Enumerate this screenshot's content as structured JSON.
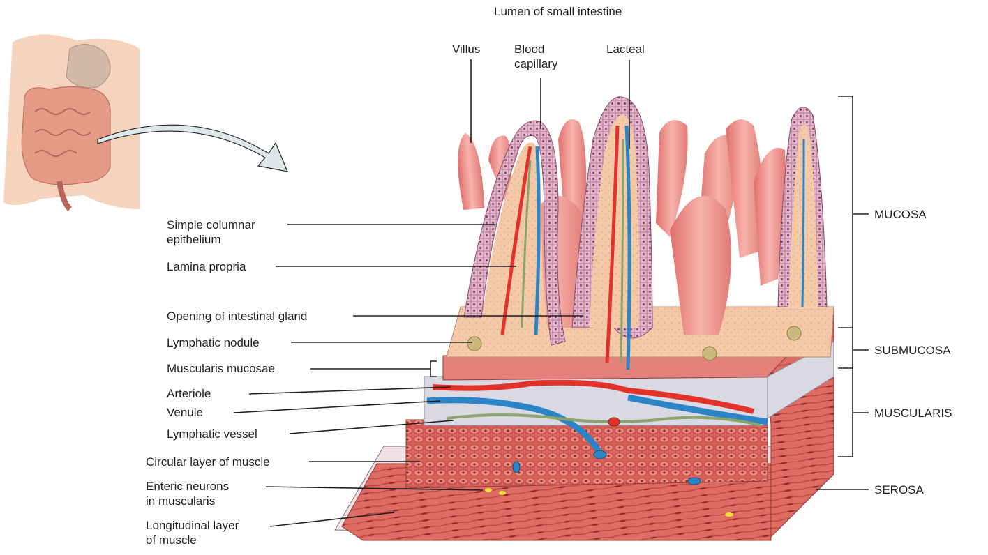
{
  "top_labels": {
    "lumen": "Lumen of small intestine",
    "villus": "Villus",
    "blood_capillary": "Blood\ncapillary",
    "lacteal": "Lacteal"
  },
  "left_labels": {
    "simple_columnar": "Simple columnar\nepithelium",
    "lamina_propria": "Lamina propria",
    "opening_gland": "Opening of intestinal gland",
    "lymphatic_nodule": "Lymphatic nodule",
    "muscularis_mucosae": "Muscularis mucosae",
    "arteriole": "Arteriole",
    "venule": "Venule",
    "lymphatic_vessel": "Lymphatic vessel",
    "circular_layer": "Circular layer of muscle",
    "enteric_neurons": "Enteric neurons\nin muscularis",
    "longitudinal_layer": "Longitudinal layer\nof muscle"
  },
  "right_labels": {
    "mucosa": "MUCOSA",
    "submucosa": "SUBMUCOSA",
    "muscularis": "MUSCULARIS",
    "serosa": "SEROSA"
  },
  "colors": {
    "villus": "#e98e88",
    "epithelium": "#d9a3bd",
    "lamina_propria": "#f4c9a8",
    "artery": "#e2332a",
    "vein": "#2a84c6",
    "lymphatic": "#8aa569",
    "muscle": "#d9605a",
    "submucosa": "#d8d9e2",
    "leader": "#231f20",
    "arrow": "#dbe7e9"
  }
}
